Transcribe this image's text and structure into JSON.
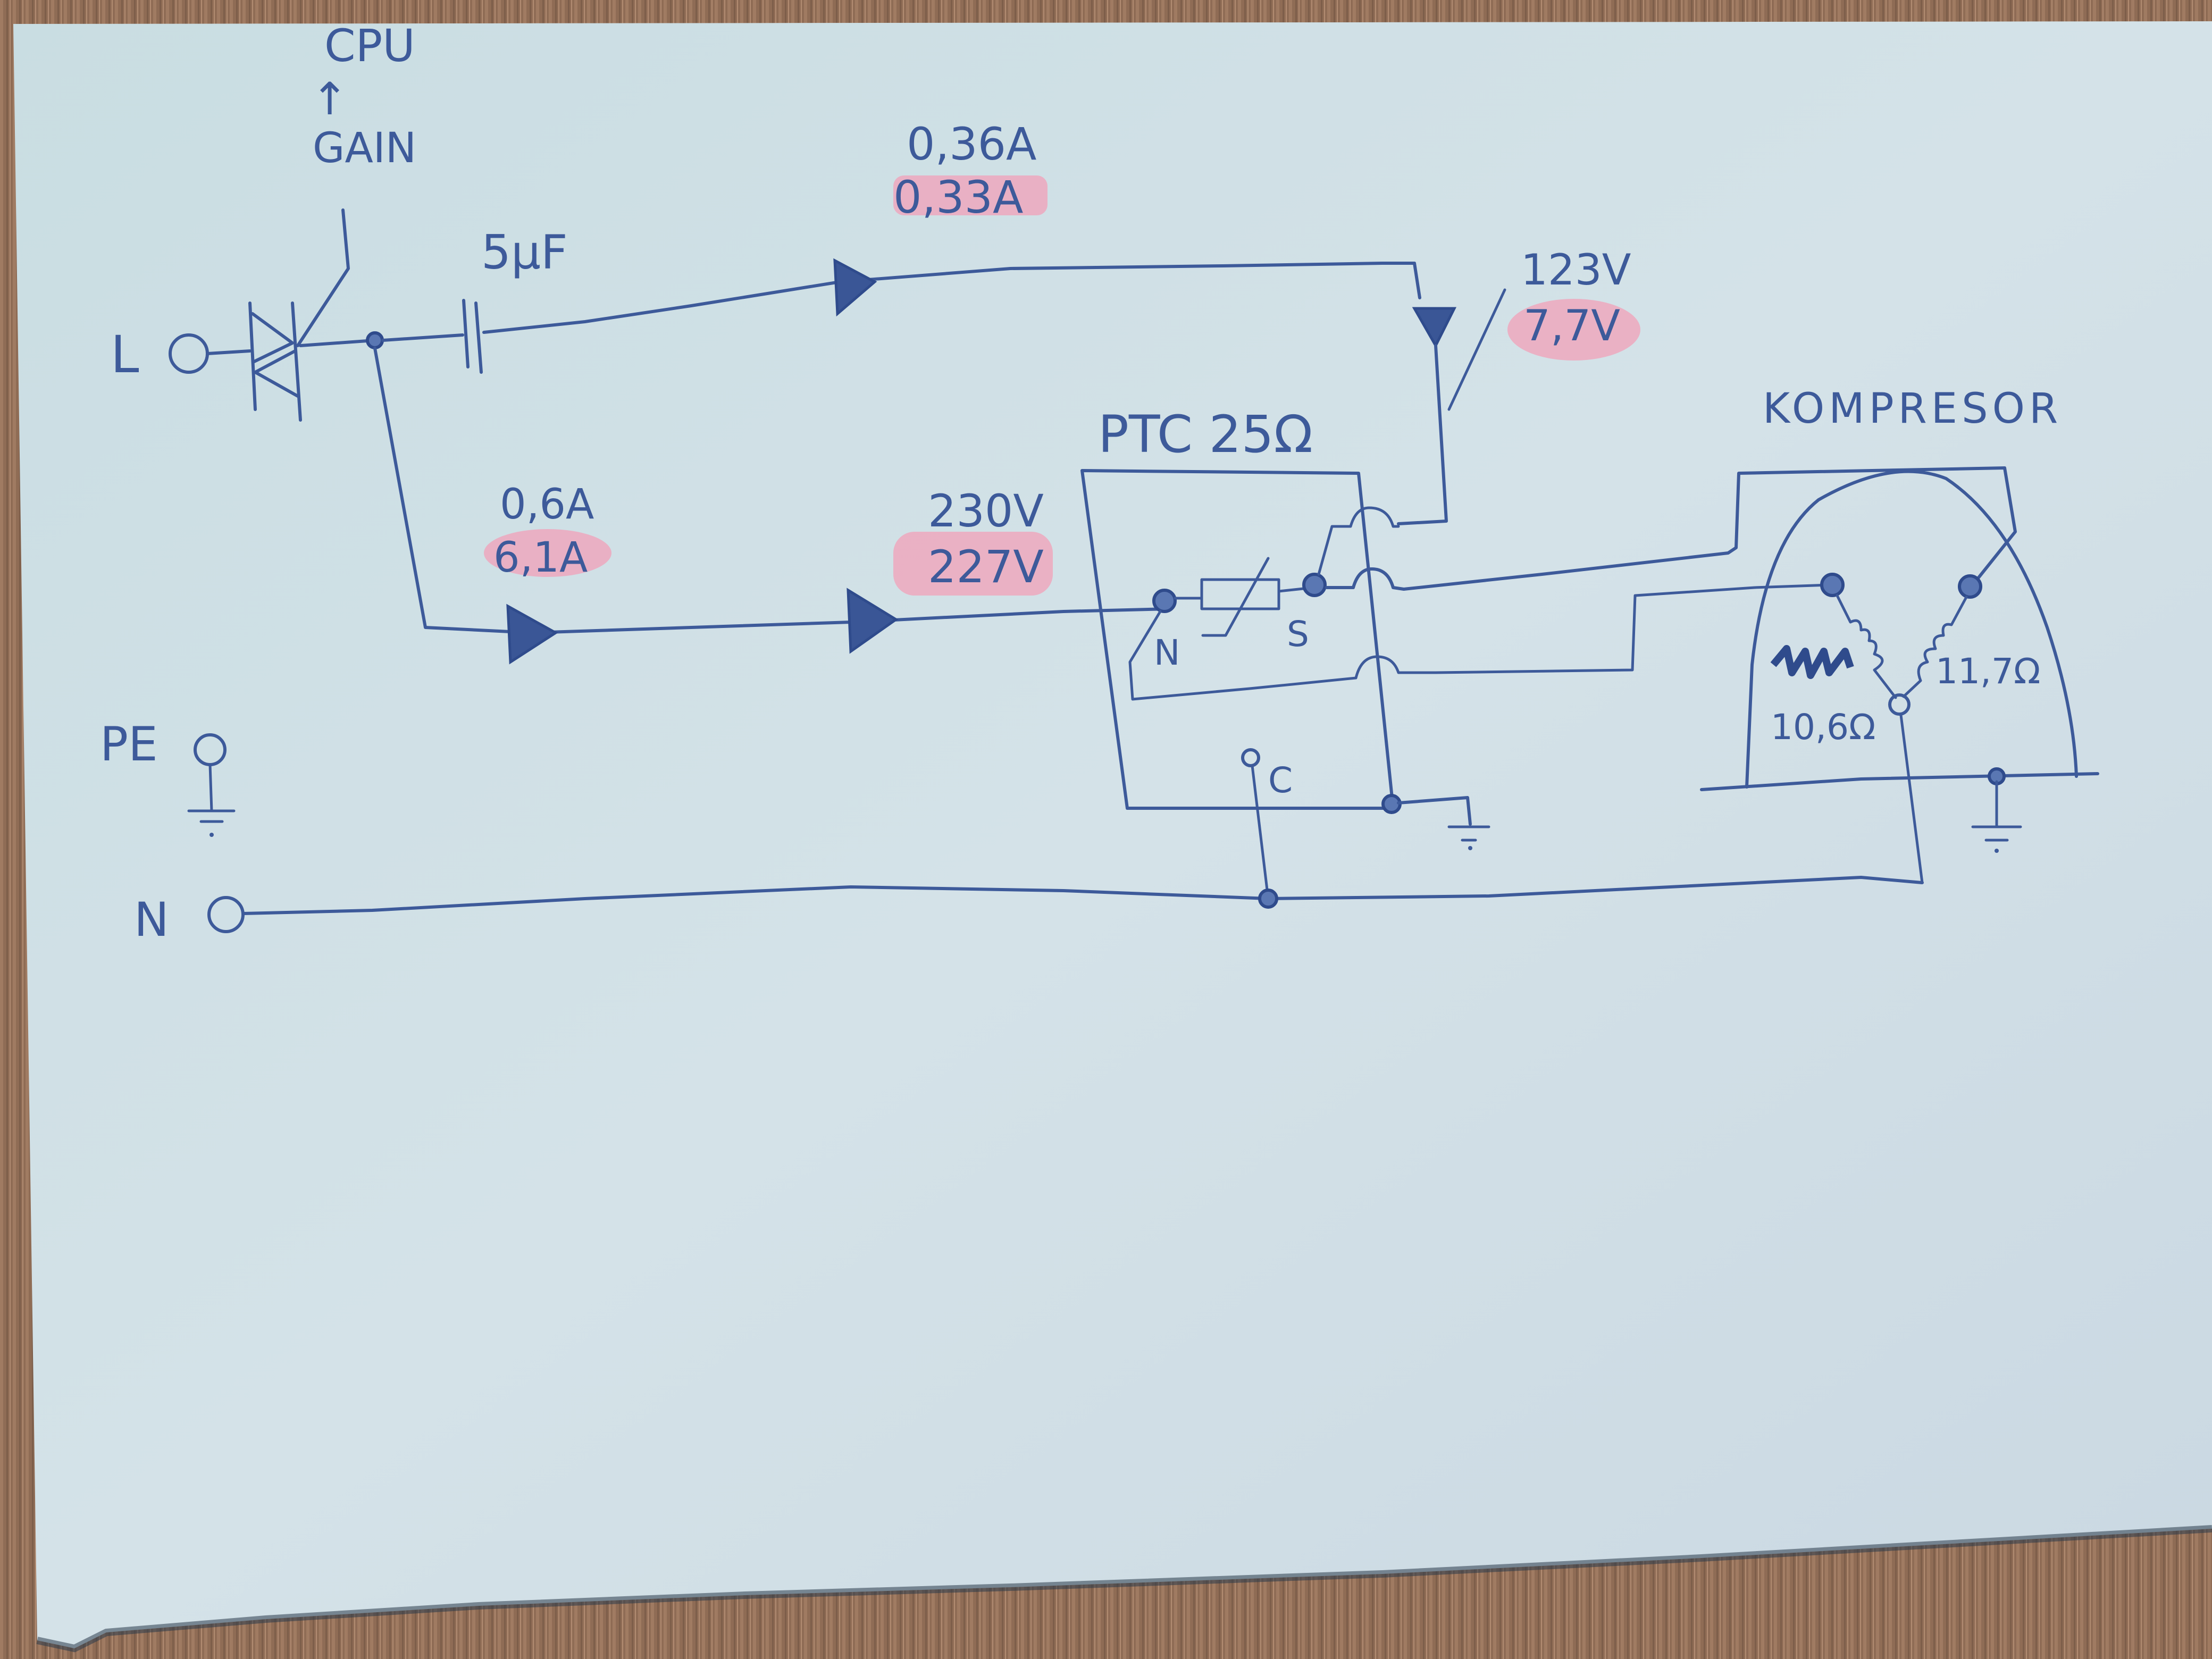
{
  "diagram": {
    "title": "Refrigerator compressor start circuit (hand-drawn)",
    "colors": {
      "ink": "#3d5a9a",
      "paper": "#cfdfe6",
      "highlighter": "#f2a0b8",
      "desk": "#8a6a55"
    },
    "terminals": {
      "line": "L",
      "protective_earth": "PE",
      "neutral": "N"
    },
    "controller": {
      "label_top": "CPU",
      "label_gain": "GAIN",
      "arrow": "↑"
    },
    "capacitor": {
      "label": "5μF"
    },
    "measurements": {
      "capacitor_branch_current": {
        "original": "0,36A",
        "measured": "0,33A"
      },
      "capacitor_branch_voltage": {
        "original": "123V",
        "measured": "7,7V"
      },
      "main_branch_current": {
        "original": "0,6A",
        "measured": "6,1A"
      },
      "main_branch_voltage": {
        "original": "230V",
        "measured": "227V"
      }
    },
    "ptc": {
      "label": "PTC 25Ω",
      "pin_n": "N",
      "pin_s": "S",
      "pin_c": "C"
    },
    "compressor": {
      "label": "KOMPRESOR",
      "winding_left": "10,6Ω",
      "winding_right": "11,7Ω"
    }
  }
}
